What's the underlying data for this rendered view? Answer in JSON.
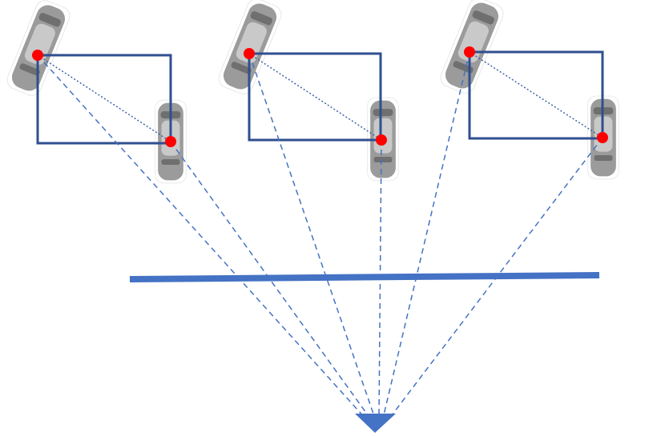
{
  "colors": {
    "box": "#2f4f8f",
    "ray": "#4472c4",
    "diagonal": "#3f63a8",
    "baseline": "#4472c4",
    "camera": "#4472c4",
    "point": "#ff0000",
    "car": "#9b9b9b"
  },
  "icons": {
    "car": "car-top-view-icon",
    "camera": "camera-triangle-icon"
  },
  "scene": {
    "groups": [
      {
        "name": "left-group"
      },
      {
        "name": "middle-group"
      },
      {
        "name": "right-group"
      }
    ]
  }
}
